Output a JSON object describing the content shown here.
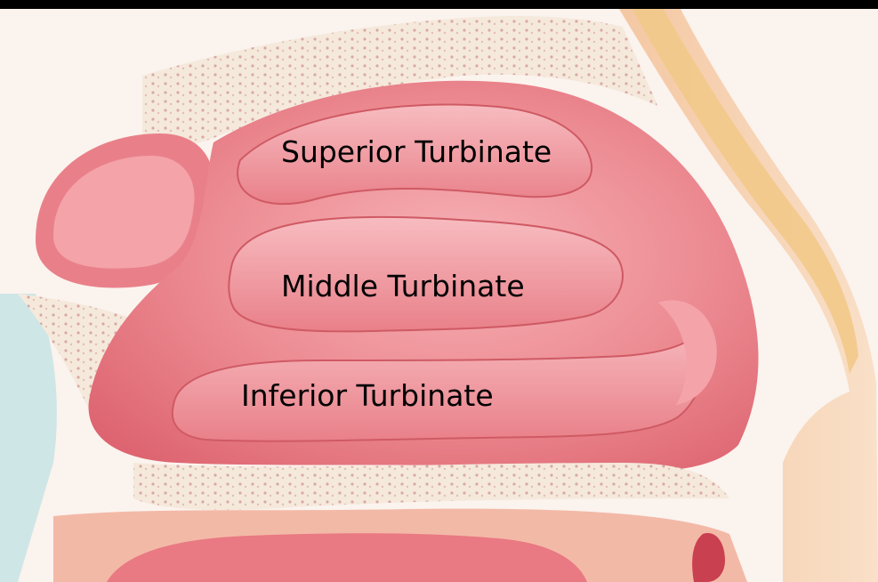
{
  "figure": {
    "subject": "Nasal cavity cross-section showing the turbinates",
    "colors": {
      "frame_bar": "#000000",
      "mucosa": "#e8777f",
      "mucosa_light": "#f3a6ac",
      "turbinate_edge": "#c9535c",
      "bone": "#f3e6d6",
      "cartilage": "#f2c98a",
      "skin": "#f7d4b8",
      "airway": "#cfe6e6"
    }
  },
  "labels": {
    "superior": "Superior Turbinate",
    "middle": "Middle Turbinate",
    "inferior": "Inferior Turbinate"
  }
}
